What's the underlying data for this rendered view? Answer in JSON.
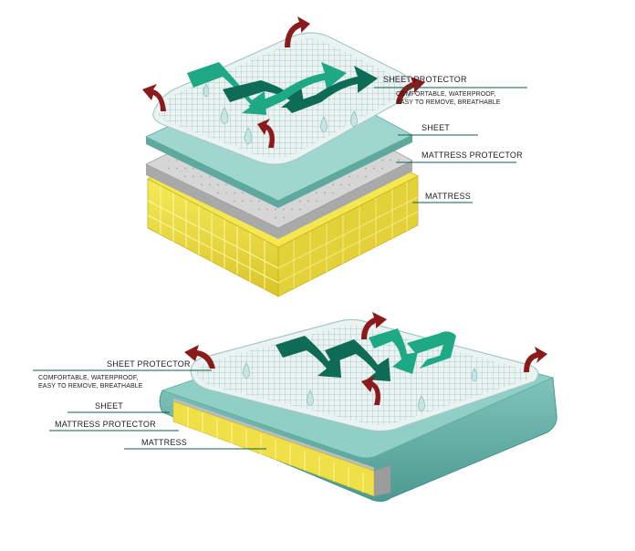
{
  "top_diagram": {
    "sheet_protector": "SHEET PROTECTOR",
    "sheet_protector_desc_line1": "COMFORTABLE, WATERPROOF,",
    "sheet_protector_desc_line2": "EASY TO REMOVE, BREATHABLE",
    "sheet": "SHEET",
    "mattress_protector": "MATTRESS PROTECTOR",
    "mattress": "MATTRESS"
  },
  "bottom_diagram": {
    "sheet_protector": "SHEET PROTECTOR",
    "sheet_protector_desc_line1": "COMFORTABLE, WATERPROOF,",
    "sheet_protector_desc_line2": "EASY TO REMOVE, BREATHABLE",
    "sheet": "SHEET",
    "mattress_protector": "MATTRESS PROTECTOR",
    "mattress": "MATTRESS"
  },
  "colors": {
    "leader_line": "#0f5e4e",
    "airflow_dark": "#0e6b55",
    "airflow_light": "#1fa884",
    "arrow_red": "#8b1a1a",
    "mattress_yellow": "#f1e247",
    "sheet_teal": "#8fcfc6",
    "protector_grey": "#c9c9c9",
    "water_drop": "#bfe3e0"
  },
  "icons": [
    "airflow-arrow-icon",
    "heat-escape-arrow-icon",
    "water-drop-icon"
  ]
}
